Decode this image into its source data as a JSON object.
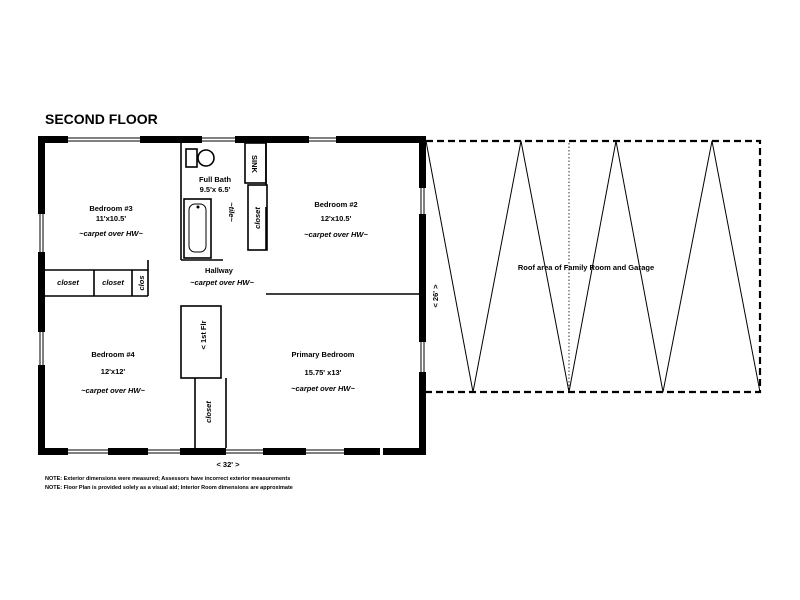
{
  "title": "SECOND FLOOR",
  "rooms": {
    "bedroom3": {
      "name": "Bedroom #3",
      "size": "11'x10.5'",
      "floor": "~carpet over HW~"
    },
    "bedroom2": {
      "name": "Bedroom #2",
      "size": "12'x10.5'",
      "floor": "~carpet over HW~"
    },
    "bath": {
      "name": "Full Bath",
      "size": "9.5'x 6.5'",
      "floor": "~tile~",
      "sink": "SINK"
    },
    "hallway": {
      "name": "Hallway",
      "floor": "~carpet over HW~"
    },
    "bedroom4": {
      "name": "Bedroom #4",
      "size": "12'x12'",
      "floor": "~carpet over HW~"
    },
    "primary": {
      "name": "Primary Bedroom",
      "size": "15.75' x13'",
      "floor": "~carpet over HW~"
    }
  },
  "closets": {
    "left1": "closet",
    "left2": "closet",
    "small": "clos",
    "bath": "closet",
    "lower": "closet"
  },
  "stairs": "< 1st Flr",
  "roof": {
    "label": "Roof area of Family Room and Garage"
  },
  "dimensions": {
    "width": "< 32' >",
    "depth": "< 26' >"
  },
  "notes": [
    "NOTE: Exterior dimensions were measured; Assessors have incorrect exterior measurements",
    "NOTE: Floor Plan is provided solely as a visual aid; Interior Room dimensions are approximate"
  ]
}
